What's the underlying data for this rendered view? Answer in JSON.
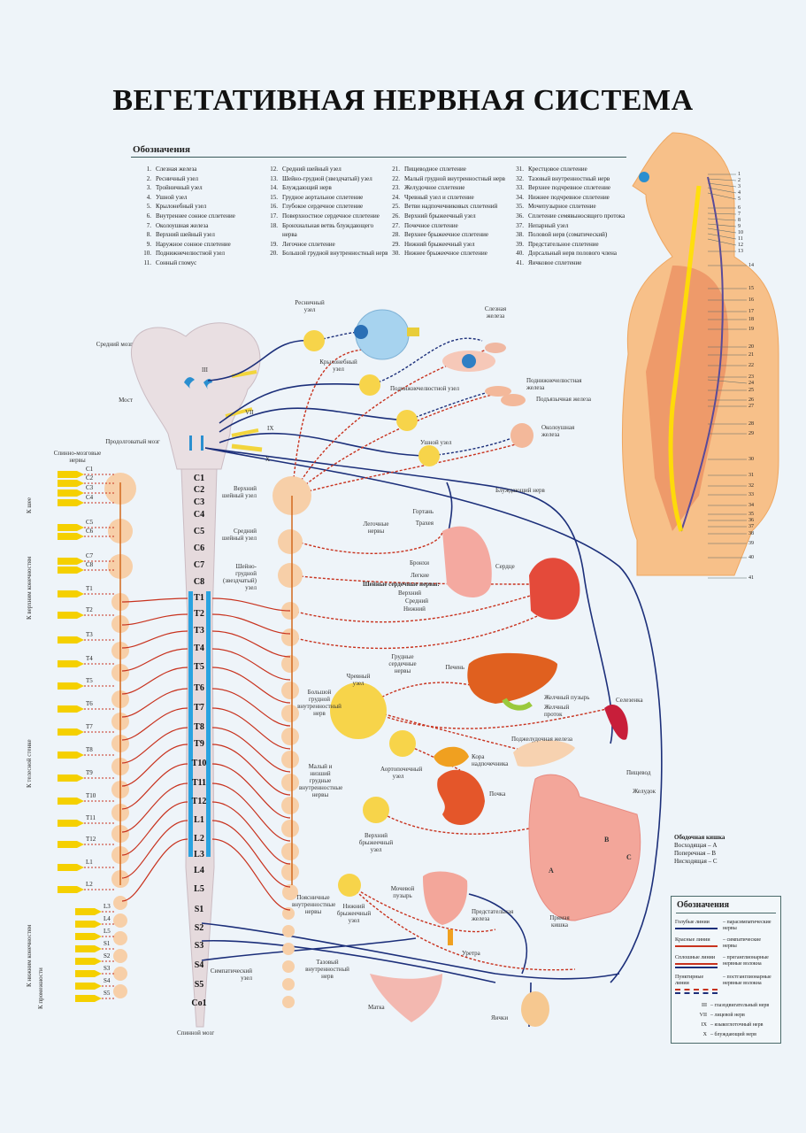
{
  "title": "ВЕГЕТАТИВНАЯ НЕРВНАЯ СИСТЕМА",
  "legend": {
    "heading": "Обозначения",
    "items": [
      {
        "n": "1.",
        "t": "Слезная железа"
      },
      {
        "n": "2.",
        "t": "Ресничный узел"
      },
      {
        "n": "3.",
        "t": "Тройничный узел"
      },
      {
        "n": "4.",
        "t": "Ушной узел"
      },
      {
        "n": "5.",
        "t": "Крылонебный узел"
      },
      {
        "n": "6.",
        "t": "Внутреннее сонное сплетение"
      },
      {
        "n": "7.",
        "t": "Околоушная железа"
      },
      {
        "n": "8.",
        "t": "Верхний шейный узел"
      },
      {
        "n": "9.",
        "t": "Наружное сонное сплетение"
      },
      {
        "n": "10.",
        "t": "Поднижнечелюстной узел"
      },
      {
        "n": "11.",
        "t": "Сонный гломус"
      },
      {
        "n": "12.",
        "t": "Средний шейный узел"
      },
      {
        "n": "13.",
        "t": "Шейно-грудной (звездчатый) узел"
      },
      {
        "n": "14.",
        "t": "Блуждающий нерв"
      },
      {
        "n": "15.",
        "t": "Грудное аортальное сплетение"
      },
      {
        "n": "16.",
        "t": "Глубокое сердечное сплетение"
      },
      {
        "n": "17.",
        "t": "Поверхностное сердечное сплетение"
      },
      {
        "n": "18.",
        "t": "Бронхиальная ветвь блуждающего нерва"
      },
      {
        "n": "19.",
        "t": "Легочное сплетение"
      },
      {
        "n": "20.",
        "t": "Большой грудной внутренностный нерв"
      },
      {
        "n": "21.",
        "t": "Пищеводное сплетение"
      },
      {
        "n": "22.",
        "t": "Малый грудной внутренностный нерв"
      },
      {
        "n": "23.",
        "t": "Желудочное сплетение"
      },
      {
        "n": "24.",
        "t": "Чревный узел и сплетение"
      },
      {
        "n": "25.",
        "t": "Ветви надпочечниковых сплетений"
      },
      {
        "n": "26.",
        "t": "Верхний брыжеечный узел"
      },
      {
        "n": "27.",
        "t": "Почечное сплетение"
      },
      {
        "n": "28.",
        "t": "Верхнее брыжеечное сплетение"
      },
      {
        "n": "29.",
        "t": "Нижний брыжеечный узел"
      },
      {
        "n": "30.",
        "t": "Нижнее брыжеечное сплетение"
      },
      {
        "n": "31.",
        "t": "Крестцовое сплетение"
      },
      {
        "n": "32.",
        "t": "Тазовый внутренностный нерв"
      },
      {
        "n": "33.",
        "t": "Верхнее подчревное сплетение"
      },
      {
        "n": "34.",
        "t": "Нижнее подчревное сплетение"
      },
      {
        "n": "35.",
        "t": "Мочепузырное сплетение"
      },
      {
        "n": "36.",
        "t": "Сплетение семявыносящего протока"
      },
      {
        "n": "37.",
        "t": "Непарный узел"
      },
      {
        "n": "38.",
        "t": "Половой нерв (соматический)"
      },
      {
        "n": "39.",
        "t": "Предстательное сплетение"
      },
      {
        "n": "40.",
        "t": "Дорсальный нерв полового члена"
      },
      {
        "n": "41.",
        "t": "Яичковое сплетение"
      }
    ]
  },
  "body_numbers": [
    "1",
    "2",
    "3",
    "4",
    "5",
    "6",
    "7",
    "8",
    "9",
    "10",
    "11",
    "12",
    "13",
    "14",
    "15",
    "16",
    "17",
    "18",
    "19",
    "20",
    "21",
    "22",
    "23",
    "24",
    "25",
    "26",
    "27",
    "28",
    "29",
    "30",
    "31",
    "32",
    "33",
    "34",
    "35",
    "36",
    "37",
    "38",
    "39",
    "40",
    "41"
  ],
  "brain": {
    "midbrain": "Средний мозг",
    "pons": "Мост",
    "medulla": "Продолговатый мозг",
    "spinal_nerves": "Спинно-мозговые нервы",
    "cranial": [
      "III",
      "VII",
      "IX",
      "X"
    ]
  },
  "spinal_segments": [
    "C1",
    "C2",
    "C3",
    "C4",
    "C5",
    "C6",
    "C7",
    "C8",
    "T1",
    "T2",
    "T3",
    "T4",
    "T5",
    "T6",
    "T7",
    "T8",
    "T9",
    "T10",
    "T11",
    "T12",
    "L1",
    "L2",
    "L3",
    "L4",
    "L5",
    "S1",
    "S2",
    "S3",
    "S4",
    "S5",
    "Co1"
  ],
  "spinal_cord_label": "Спинной мозг",
  "left_nerves": [
    "C1",
    "C2",
    "C3",
    "C4",
    "C5",
    "C6",
    "C7",
    "C8",
    "T1",
    "T2",
    "T3",
    "T4",
    "T5",
    "T6",
    "T7",
    "T8",
    "T9",
    "T10",
    "T11",
    "T12",
    "L1",
    "L2",
    "L3",
    "L4",
    "L5",
    "S1",
    "S2",
    "S3",
    "S4",
    "S5"
  ],
  "regions": {
    "neck": "К шее",
    "upper_limbs": "К верхним конечностям",
    "body_wall": "К телесной стенке",
    "lower_limbs": "К нижним конечностям",
    "perineum": "К промежности"
  },
  "ganglia": {
    "ciliary": "Ресничный узел",
    "pterygopalatine": "Крылонебный узел",
    "submandibular": "Поднижнечелюстной узел",
    "otic": "Ушной узел",
    "superior_cervical": "Верхний шейный узел",
    "middle_cervical": "Средний шейный узел",
    "cervicothoracic": "Шейно-грудной (звездчатый) узел",
    "celiac": "Чревный узел",
    "aorticorenal": "Аортопочечный узел",
    "superior_mesenteric": "Верхний брыжеечный узел",
    "inferior_mesenteric": "Нижний брыжеечный узел",
    "sympathetic": "Симпатический узел"
  },
  "nerves": {
    "greater_splanchnic": "Большой грудной внутренностный нерв",
    "lesser_splanchnic": "Малый и низший грудные внутренностные нервы",
    "lumbar_splanchnic": "Поясничные внутренностные нервы",
    "pelvic_splanchnic": "Тазовый внутренностный нерв",
    "vagus": "Блуждающий нерв",
    "pulmonary": "Легочные нервы",
    "cardiac_cervical": "Шейные сердечные нервы:",
    "cardiac_upper": "Верхний",
    "cardiac_middle": "Средний",
    "cardiac_lower": "Нижний",
    "thoracic_cardiac": "Грудные сердечные нервы"
  },
  "organs": {
    "lacrimal": "Слезная железа",
    "submandibular_gland": "Поднижнечелюстная железа",
    "sublingual": "Подъязычная железа",
    "parotid": "Околоушная железа",
    "larynx": "Гортань",
    "trachea": "Трахея",
    "bronchi": "Бронхи",
    "lungs": "Легкие",
    "heart": "Сердце",
    "liver": "Печень",
    "gallbladder": "Желчный пузырь",
    "bile_duct": "Желчный проток",
    "spleen": "Селезенка",
    "pancreas": "Поджелудочная железа",
    "adrenal": "Кора надпочечника",
    "kidney": "Почка",
    "esophagus": "Пищевод",
    "stomach": "Желудок",
    "rectum": "Прямая кишка",
    "bladder": "Мочевой пузырь",
    "prostate": "Предстательная железа",
    "urethra": "Уретра",
    "uterus": "Матка",
    "testes": "Яички"
  },
  "colon": {
    "heading": "Ободочная кишка",
    "items": [
      "Восходящая – A",
      "Поперечная – B",
      "Нисходящая – C"
    ],
    "letters": [
      "A",
      "B",
      "C"
    ]
  },
  "key": {
    "heading": "Обозначения",
    "rows": [
      {
        "label": "Голубые линии",
        "desc": "– парасимпатические нервы"
      },
      {
        "label": "Красные линии",
        "desc": "– симпатические нервы"
      },
      {
        "label": "Сплошные линии",
        "desc": "– преганглионарные нервные волокна"
      },
      {
        "label": "Пунктирные линии",
        "desc": "– постганглионарные нервные волокна"
      }
    ],
    "cranial": [
      {
        "c": "III",
        "d": "– глазодвигательный нерв"
      },
      {
        "c": "VII",
        "d": "– лицевой нерв"
      },
      {
        "c": "IX",
        "d": "– языкоглоточный нерв"
      },
      {
        "c": "X",
        "d": "– блуждающий нерв"
      }
    ]
  },
  "colors": {
    "para": "#1c2f7a",
    "symp": "#c8321e",
    "ganglion": "#f7d44a",
    "sym_ganglion": "#f7cfa8",
    "cord_blue": "#2aa3e0",
    "organ": "#ef8f80",
    "body": "#f4b27a",
    "nerve_yellow": "#ffe100"
  }
}
